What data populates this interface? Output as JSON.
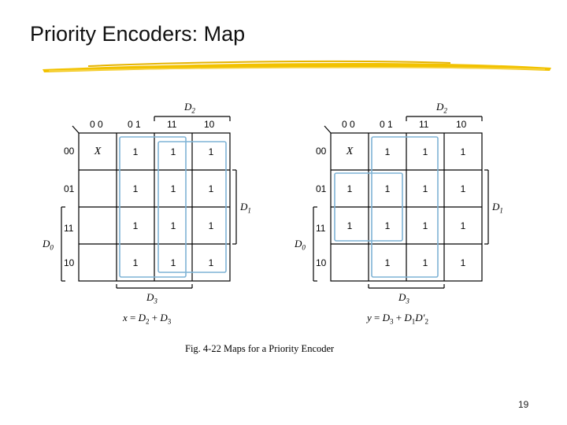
{
  "slide": {
    "title": "Priority Encoders: Map",
    "page_number": "19",
    "accent_color": "#f2c200"
  },
  "figure": {
    "caption": "Fig. 4-22  Maps for a Priority Encoder",
    "grid_color": "#000000",
    "loop_color": "#7fb3d5",
    "maps": [
      {
        "id": "x",
        "col_headers": [
          "0 0",
          "0 1",
          "11",
          "10"
        ],
        "row_headers": [
          "00",
          "01",
          "11",
          "10"
        ],
        "var_top": "D",
        "var_top_sub": "2",
        "var_right": "D",
        "var_right_sub": "1",
        "var_left": "D",
        "var_left_sub": "0",
        "var_bottom": "D",
        "var_bottom_sub": "3",
        "cells": [
          [
            "X",
            "1",
            "1",
            "1"
          ],
          [
            "",
            "1",
            "1",
            "1"
          ],
          [
            "",
            "1",
            "1",
            "1"
          ],
          [
            "",
            "1",
            "1",
            "1"
          ]
        ],
        "equation": {
          "lhs": "x",
          "eq": " = ",
          "t1": "D",
          "t1_sub": "2",
          "plus": " + ",
          "t2": "D",
          "t2_sub": "3"
        }
      },
      {
        "id": "y",
        "col_headers": [
          "0 0",
          "0 1",
          "11",
          "10"
        ],
        "row_headers": [
          "00",
          "01",
          "11",
          "10"
        ],
        "var_top": "D",
        "var_top_sub": "2",
        "var_right": "D",
        "var_right_sub": "1",
        "var_left": "D",
        "var_left_sub": "0",
        "var_bottom": "D",
        "var_bottom_sub": "3",
        "cells": [
          [
            "X",
            "1",
            "1",
            "1"
          ],
          [
            "1",
            "1",
            "1",
            "1"
          ],
          [
            "1",
            "1",
            "1",
            "1"
          ],
          [
            "",
            "1",
            "1",
            "1"
          ]
        ],
        "equation": {
          "lhs": "y",
          "eq": " = ",
          "t1": "D",
          "t1_sub": "3",
          "plus": " + ",
          "t2": "D",
          "t2_sub": "1",
          "t3": "D′",
          "t3_sub": "2"
        }
      }
    ]
  }
}
